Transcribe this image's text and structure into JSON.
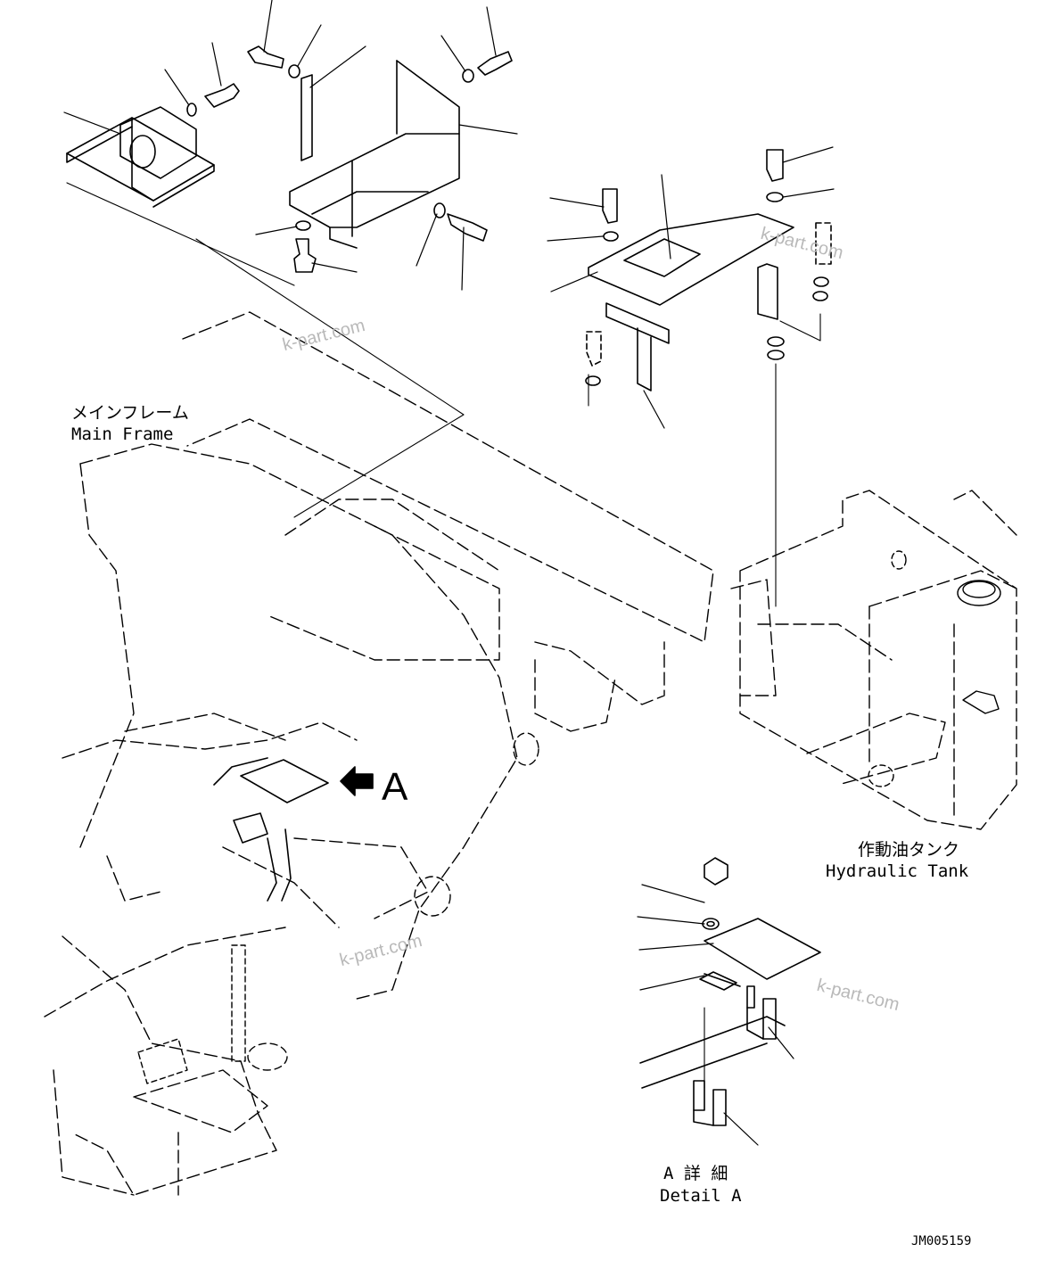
{
  "labels": {
    "main_frame_ja": "メインフレーム",
    "main_frame_en": "Main Frame",
    "hydraulic_tank_ja": "作動油タンク",
    "hydraulic_tank_en": "Hydraulic Tank",
    "detail_a_ja": "A 詳 細",
    "detail_a_en": "Detail A",
    "view_arrow": "A",
    "drawing_code": "JM005159"
  },
  "watermark": "k-part.com"
}
